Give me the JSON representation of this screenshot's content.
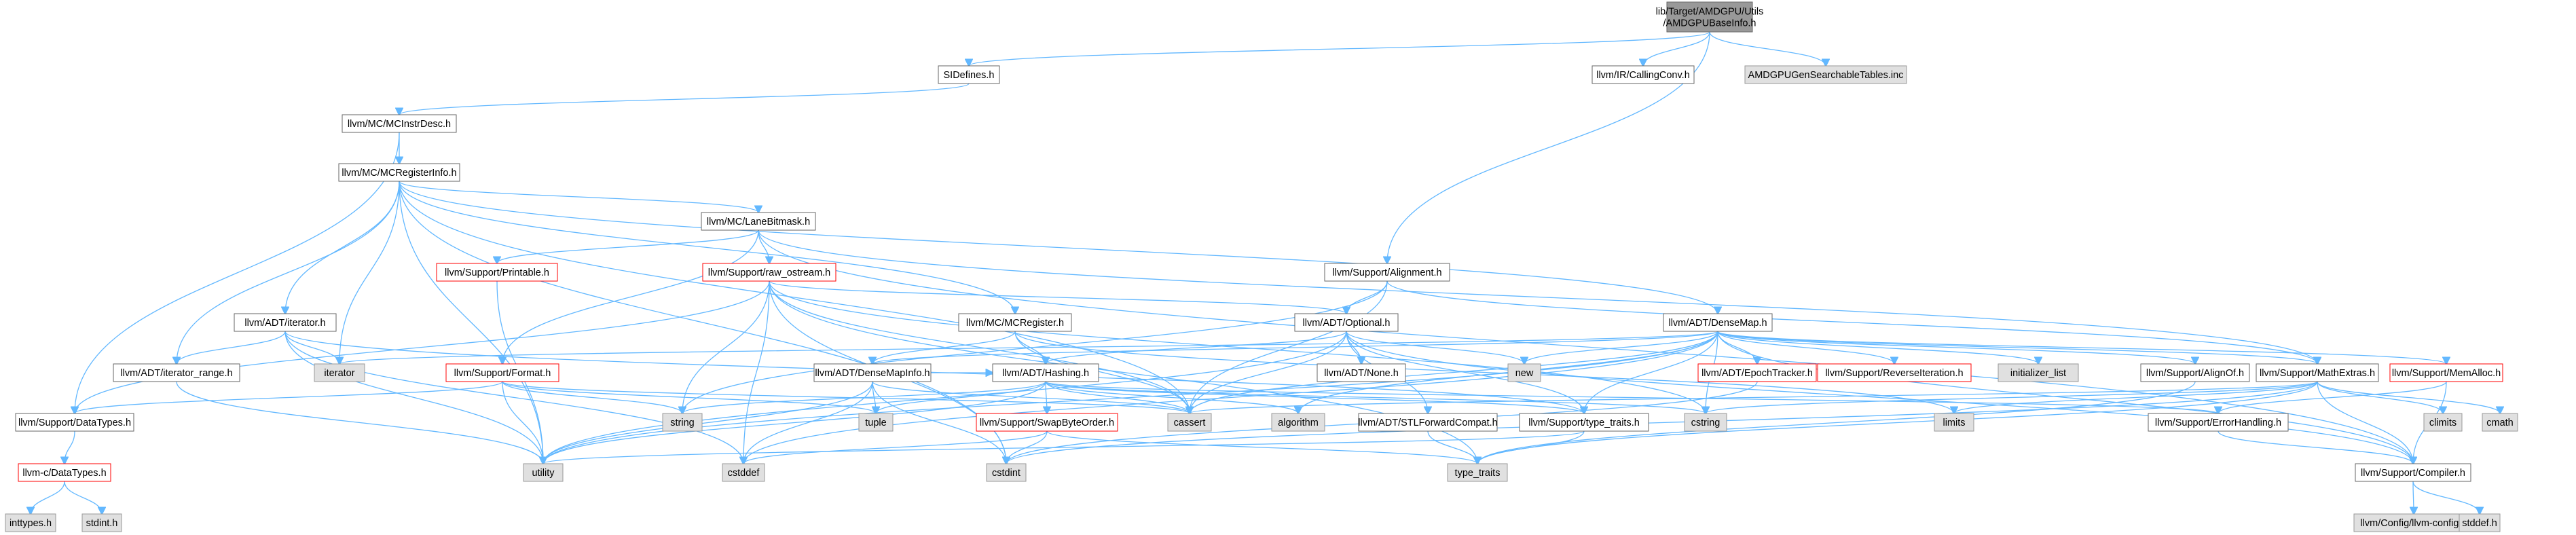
{
  "colors": {
    "edge": "#63b8ff",
    "root_fill": "#999999",
    "root_stroke": "#666666",
    "normal_fill": "#ffffff",
    "normal_stroke": "#666666",
    "system_fill": "#e0e0e0",
    "system_stroke": "#999999",
    "truncated_fill": "#ffffff",
    "truncated_stroke": "#ff0000"
  },
  "nodes": [
    {
      "id": "root",
      "label": "lib/Target/AMDGPU/Utils\n/AMDGPUBaseInfo.h",
      "kind": "root"
    },
    {
      "id": "sidefines",
      "label": "SIDefines.h",
      "kind": "normal"
    },
    {
      "id": "callingconv",
      "label": "llvm/IR/CallingConv.h",
      "kind": "normal"
    },
    {
      "id": "searchtables",
      "label": "AMDGPUGenSearchableTables.inc",
      "kind": "system"
    },
    {
      "id": "mcinstrdesc",
      "label": "llvm/MC/MCInstrDesc.h",
      "kind": "normal"
    },
    {
      "id": "mcreginfo",
      "label": "llvm/MC/MCRegisterInfo.h",
      "kind": "normal"
    },
    {
      "id": "lanebitmask",
      "label": "llvm/MC/LaneBitmask.h",
      "kind": "normal"
    },
    {
      "id": "printable",
      "label": "llvm/Support/Printable.h",
      "kind": "truncated"
    },
    {
      "id": "rawostream",
      "label": "llvm/Support/raw_ostream.h",
      "kind": "truncated"
    },
    {
      "id": "alignment",
      "label": "llvm/Support/Alignment.h",
      "kind": "normal"
    },
    {
      "id": "adtiterator",
      "label": "llvm/ADT/iterator.h",
      "kind": "normal"
    },
    {
      "id": "mcregister",
      "label": "llvm/MC/MCRegister.h",
      "kind": "normal"
    },
    {
      "id": "optional",
      "label": "llvm/ADT/Optional.h",
      "kind": "normal"
    },
    {
      "id": "densemap",
      "label": "llvm/ADT/DenseMap.h",
      "kind": "normal"
    },
    {
      "id": "iterrange",
      "label": "llvm/ADT/iterator_range.h",
      "kind": "normal"
    },
    {
      "id": "iterator",
      "label": "iterator",
      "kind": "system"
    },
    {
      "id": "format",
      "label": "llvm/Support/Format.h",
      "kind": "truncated"
    },
    {
      "id": "densemapinfo",
      "label": "llvm/ADT/DenseMapInfo.h",
      "kind": "normal"
    },
    {
      "id": "hashing",
      "label": "llvm/ADT/Hashing.h",
      "kind": "normal"
    },
    {
      "id": "none",
      "label": "llvm/ADT/None.h",
      "kind": "normal"
    },
    {
      "id": "new",
      "label": "new",
      "kind": "system"
    },
    {
      "id": "epochtracker",
      "label": "llvm/ADT/EpochTracker.h",
      "kind": "truncated"
    },
    {
      "id": "reverseiter",
      "label": "llvm/Support/ReverseIteration.h",
      "kind": "truncated"
    },
    {
      "id": "initlist",
      "label": "initializer_list",
      "kind": "system"
    },
    {
      "id": "alignof",
      "label": "llvm/Support/AlignOf.h",
      "kind": "normal"
    },
    {
      "id": "mathextras",
      "label": "llvm/Support/MathExtras.h",
      "kind": "normal"
    },
    {
      "id": "memalloc",
      "label": "llvm/Support/MemAlloc.h",
      "kind": "truncated"
    },
    {
      "id": "datatypes",
      "label": "llvm/Support/DataTypes.h",
      "kind": "normal"
    },
    {
      "id": "string",
      "label": "string",
      "kind": "system"
    },
    {
      "id": "tuple",
      "label": "tuple",
      "kind": "system"
    },
    {
      "id": "cassert",
      "label": "cassert",
      "kind": "system"
    },
    {
      "id": "algorithm",
      "label": "algorithm",
      "kind": "system"
    },
    {
      "id": "stlforward",
      "label": "llvm/ADT/STLForwardCompat.h",
      "kind": "normal"
    },
    {
      "id": "typetraitsllvm",
      "label": "llvm/Support/type_traits.h",
      "kind": "normal"
    },
    {
      "id": "cstring",
      "label": "cstring",
      "kind": "system"
    },
    {
      "id": "limits",
      "label": "limits",
      "kind": "system"
    },
    {
      "id": "swapbyteorder",
      "label": "llvm/Support/SwapByteOrder.h",
      "kind": "truncated"
    },
    {
      "id": "climits",
      "label": "climits",
      "kind": "system"
    },
    {
      "id": "cmath",
      "label": "cmath",
      "kind": "system"
    },
    {
      "id": "errorhandling",
      "label": "llvm/Support/ErrorHandling.h",
      "kind": "normal"
    },
    {
      "id": "cdatatypes",
      "label": "llvm-c/DataTypes.h",
      "kind": "truncated"
    },
    {
      "id": "utility",
      "label": "utility",
      "kind": "system"
    },
    {
      "id": "cstddef",
      "label": "cstddef",
      "kind": "system"
    },
    {
      "id": "cstdint",
      "label": "cstdint",
      "kind": "system"
    },
    {
      "id": "typetraits",
      "label": "type_traits",
      "kind": "system"
    },
    {
      "id": "compiler",
      "label": "llvm/Support/Compiler.h",
      "kind": "normal"
    },
    {
      "id": "inttypes",
      "label": "inttypes.h",
      "kind": "system"
    },
    {
      "id": "stdinth",
      "label": "stdint.h",
      "kind": "system"
    },
    {
      "id": "llvmconfig",
      "label": "llvm/Config/llvm-config.h",
      "kind": "system"
    },
    {
      "id": "stddefh",
      "label": "stddef.h",
      "kind": "system"
    }
  ],
  "edges": [
    [
      "root",
      "sidefines"
    ],
    [
      "root",
      "callingconv"
    ],
    [
      "root",
      "searchtables"
    ],
    [
      "root",
      "alignment"
    ],
    [
      "sidefines",
      "mcinstrdesc"
    ],
    [
      "mcinstrdesc",
      "mcreginfo"
    ],
    [
      "mcinstrdesc",
      "datatypes"
    ],
    [
      "mcreginfo",
      "lanebitmask"
    ],
    [
      "mcreginfo",
      "adtiterator"
    ],
    [
      "mcreginfo",
      "iterrange"
    ],
    [
      "mcreginfo",
      "mcregister"
    ],
    [
      "mcreginfo",
      "densemap"
    ],
    [
      "mcreginfo",
      "iterator"
    ],
    [
      "mcreginfo",
      "utility"
    ],
    [
      "mcreginfo",
      "cstdint"
    ],
    [
      "mcreginfo",
      "cassert"
    ],
    [
      "lanebitmask",
      "printable"
    ],
    [
      "lanebitmask",
      "rawostream"
    ],
    [
      "lanebitmask",
      "mathextras"
    ],
    [
      "lanebitmask",
      "compiler"
    ],
    [
      "lanebitmask",
      "format"
    ],
    [
      "printable",
      "utility"
    ],
    [
      "rawostream",
      "datatypes"
    ],
    [
      "rawostream",
      "optional"
    ],
    [
      "rawostream",
      "string"
    ],
    [
      "rawostream",
      "cstddef"
    ],
    [
      "rawostream",
      "cstdint"
    ],
    [
      "rawostream",
      "cassert"
    ],
    [
      "rawostream",
      "typetraits"
    ],
    [
      "rawostream",
      "cstring"
    ],
    [
      "alignment",
      "mathextras"
    ],
    [
      "alignment",
      "optional"
    ],
    [
      "alignment",
      "cassert"
    ],
    [
      "alignment",
      "string"
    ],
    [
      "adtiterator",
      "iterrange"
    ],
    [
      "adtiterator",
      "iterator"
    ],
    [
      "adtiterator",
      "utility"
    ],
    [
      "adtiterator",
      "cstddef"
    ],
    [
      "adtiterator",
      "typetraitsllvm"
    ],
    [
      "iterrange",
      "utility"
    ],
    [
      "mcregister",
      "densemapinfo"
    ],
    [
      "mcregister",
      "hashing"
    ],
    [
      "mcregister",
      "cassert"
    ],
    [
      "mcregister",
      "limits"
    ],
    [
      "optional",
      "none"
    ],
    [
      "optional",
      "hashing"
    ],
    [
      "optional",
      "stlforward"
    ],
    [
      "optional",
      "typetraitsllvm"
    ],
    [
      "optional",
      "cassert"
    ],
    [
      "optional",
      "new"
    ],
    [
      "optional",
      "utility"
    ],
    [
      "optional",
      "compiler"
    ],
    [
      "densemap",
      "densemapinfo"
    ],
    [
      "densemap",
      "epochtracker"
    ],
    [
      "densemap",
      "reverseiter"
    ],
    [
      "densemap",
      "alignof"
    ],
    [
      "densemap",
      "mathextras"
    ],
    [
      "densemap",
      "memalloc"
    ],
    [
      "densemap",
      "typetraitsllvm"
    ],
    [
      "densemap",
      "algorithm"
    ],
    [
      "densemap",
      "cassert"
    ],
    [
      "densemap",
      "cstddef"
    ],
    [
      "densemap",
      "cstring"
    ],
    [
      "densemap",
      "initlist"
    ],
    [
      "densemap",
      "iterator"
    ],
    [
      "densemap",
      "new"
    ],
    [
      "densemap",
      "utility"
    ],
    [
      "densemap",
      "compiler"
    ],
    [
      "format",
      "datatypes"
    ],
    [
      "format",
      "string"
    ],
    [
      "format",
      "tuple"
    ],
    [
      "format",
      "utility"
    ],
    [
      "format",
      "cassert"
    ],
    [
      "densemapinfo",
      "hashing"
    ],
    [
      "densemapinfo",
      "cassert"
    ],
    [
      "densemapinfo",
      "cstddef"
    ],
    [
      "densemapinfo",
      "cstdint"
    ],
    [
      "densemapinfo",
      "tuple"
    ],
    [
      "densemapinfo",
      "utility"
    ],
    [
      "hashing",
      "errorhandling"
    ],
    [
      "hashing",
      "swapbyteorder"
    ],
    [
      "hashing",
      "typetraitsllvm"
    ],
    [
      "hashing",
      "algorithm"
    ],
    [
      "hashing",
      "cassert"
    ],
    [
      "hashing",
      "cstring"
    ],
    [
      "hashing",
      "string"
    ],
    [
      "hashing",
      "tuple"
    ],
    [
      "hashing",
      "utility"
    ],
    [
      "swapbyteorder",
      "cstddef"
    ],
    [
      "swapbyteorder",
      "cstdint"
    ],
    [
      "swapbyteorder",
      "typetraits"
    ],
    [
      "stlforward",
      "typetraits"
    ],
    [
      "typetraitsllvm",
      "typetraits"
    ],
    [
      "typetraitsllvm",
      "utility"
    ],
    [
      "epochtracker",
      "cstdint"
    ],
    [
      "alignof",
      "typetraits"
    ],
    [
      "mathextras",
      "compiler"
    ],
    [
      "mathextras",
      "cassert"
    ],
    [
      "mathextras",
      "climits"
    ],
    [
      "mathextras",
      "cmath"
    ],
    [
      "mathextras",
      "cstdint"
    ],
    [
      "mathextras",
      "cstring"
    ],
    [
      "mathextras",
      "limits"
    ],
    [
      "mathextras",
      "typetraits"
    ],
    [
      "memalloc",
      "compiler"
    ],
    [
      "memalloc",
      "errorhandling"
    ],
    [
      "errorhandling",
      "compiler"
    ],
    [
      "compiler",
      "llvmconfig"
    ],
    [
      "compiler",
      "stddefh"
    ],
    [
      "datatypes",
      "cdatatypes"
    ],
    [
      "cdatatypes",
      "inttypes"
    ],
    [
      "cdatatypes",
      "stdinth"
    ]
  ]
}
